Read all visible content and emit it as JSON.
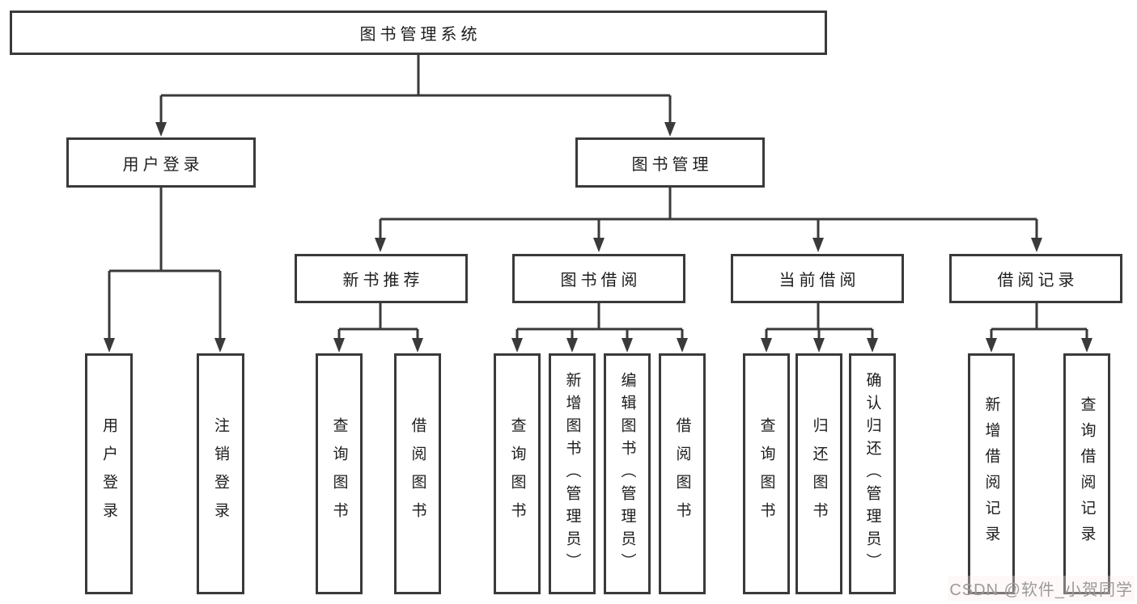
{
  "tree": {
    "label": "图书管理系统",
    "children": [
      {
        "label": "用户登录",
        "children": [
          {
            "label": "用户登录"
          },
          {
            "label": "注销登录"
          }
        ]
      },
      {
        "label": "图书管理",
        "children": [
          {
            "label": "新书推荐",
            "children": [
              {
                "label": "查询图书"
              },
              {
                "label": "借阅图书"
              }
            ]
          },
          {
            "label": "图书借阅",
            "children": [
              {
                "label": "查询图书"
              },
              {
                "label": "新增图书（管理员）"
              },
              {
                "label": "编辑图书（管理员）"
              },
              {
                "label": "借阅图书"
              }
            ]
          },
          {
            "label": "当前借阅",
            "children": [
              {
                "label": "查询图书"
              },
              {
                "label": "归还图书"
              },
              {
                "label": "确认归还（管理员）"
              }
            ]
          },
          {
            "label": "借阅记录",
            "children": [
              {
                "label": "新增借阅记录"
              },
              {
                "label": "查询借阅记录"
              }
            ]
          }
        ]
      }
    ]
  },
  "watermark": {
    "text": "CSDN @软件_小贺同学"
  },
  "colors": {
    "line": "#3a3a3a",
    "node_border": "#3a3a3a",
    "node_text": "#1d1d1d",
    "watermark_text": "#9b9b9b",
    "background": "#ffffff"
  }
}
